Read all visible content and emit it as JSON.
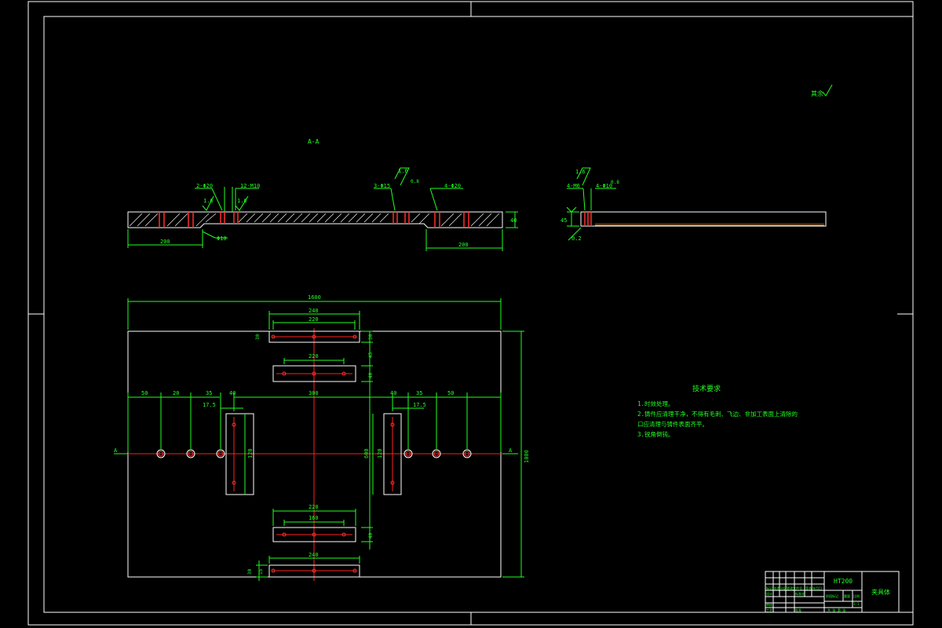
{
  "drawing": {
    "roughness_note": "其余",
    "section_label": "A-A",
    "section_arrow_left": "A",
    "section_arrow_right": "A"
  },
  "section_view": {
    "callouts": {
      "holes_left": "2-Φ20",
      "tapped": "12-M10",
      "holes_mid": "3-Φ15",
      "holes_right": "4-Φ20",
      "bore": "Φ10",
      "rough1": "1.6",
      "rough2": "1.6",
      "rough_top": "1.6",
      "thickness": "40",
      "dim_left": "200",
      "dim_right": "200",
      "rough_small": "0.8"
    }
  },
  "side_view": {
    "callouts": {
      "holes_a": "4-M6",
      "holes_b": "4-Φ10",
      "height": "45",
      "rough": "1.6",
      "rough_small": "0.8",
      "bottom": "0.2"
    }
  },
  "plan_view": {
    "dims": {
      "overall_width": "1600",
      "top_slot_outer": "240",
      "top_slot_inner": "220",
      "slot2_len": "220",
      "left_50": "50",
      "left_20": "20",
      "left_35": "35",
      "left_40": "40",
      "left_175": "17.5",
      "center_300": "300",
      "right_40": "40",
      "right_35": "35",
      "right_50": "50",
      "right_175": "17.5",
      "vert_slot_left": "120",
      "vert_slot_right": "120",
      "center_height": "600",
      "overall_height": "1000",
      "top_h1": "30",
      "top_h2": "30",
      "gap_45": "45",
      "slot_h": "40",
      "bottom_outer": "220",
      "bottom_inner": "160",
      "bottom_slot_h": "40",
      "bottom_240": "240",
      "bottom_h1": "30",
      "bottom_h2": "15"
    }
  },
  "tech_requirements": {
    "title": "技术要求",
    "items": [
      "1.时效处理。",
      "2.铸件应清理干净，不得有毛刺、飞边、非加工表面上清除的",
      "口应清理与铸件表面齐平。",
      "3.锐角倒钝。"
    ]
  },
  "title_block": {
    "material": "HT200",
    "part_name": "夹具体",
    "labels": [
      "标记",
      "处数",
      "分区",
      "更改文件号",
      "签名",
      "年月日",
      "设计",
      "标准化",
      "审核",
      "工艺",
      "批准",
      "阶段标记",
      "重量",
      "比例",
      "共  张  第  张",
      "1:1"
    ]
  },
  "colors": {
    "background": "#000000",
    "outline": "#ffffff",
    "dimension": "#22ff22",
    "centerline": "#ff2020",
    "highlight": "#ffff33"
  }
}
